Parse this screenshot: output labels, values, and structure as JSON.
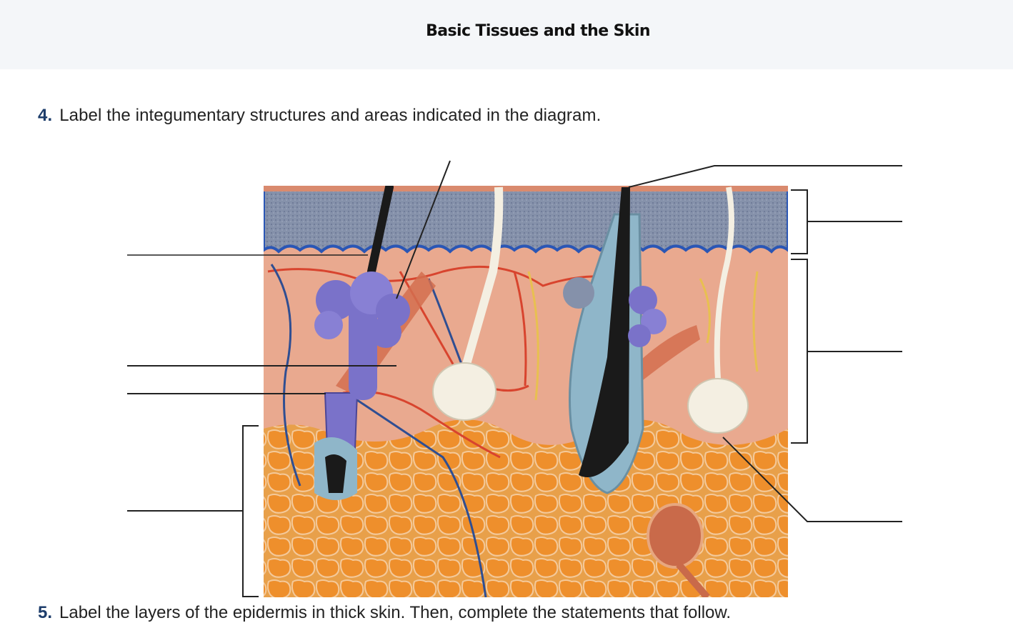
{
  "header": {
    "title": "Basic Tissues and the Skin"
  },
  "questions": [
    {
      "number": "4.",
      "text": "Label the integumentary structures and areas indicated in the diagram."
    },
    {
      "number": "5.",
      "text": "Label the layers of the epidermis in thick skin. Then, complete the statements that follow."
    }
  ],
  "diagram": {
    "subject": "skin cross-section",
    "colors": {
      "epidermis": "#7a8aa6",
      "dermis": "#e9a98f",
      "hypodermis_fat": "#e69a3e",
      "hair": "#1a1a1a",
      "sebaceous_gland": "#7a72c9",
      "sweat_gland": "#f4efe2",
      "artery": "#d8442e",
      "vein": "#2f4e92",
      "leader_line": "#222222"
    }
  }
}
